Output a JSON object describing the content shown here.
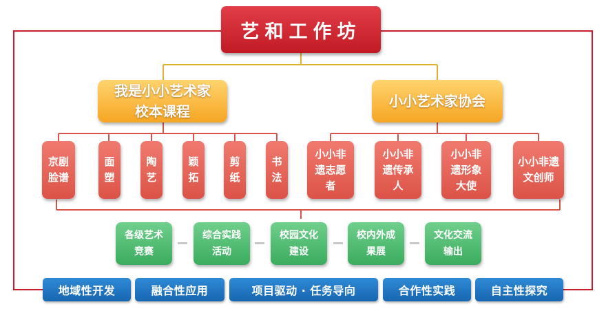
{
  "title": "艺和工作坊",
  "branches": [
    {
      "label": "我是小小艺术家\n校本课程",
      "leaves": [
        "京剧\n脸谱",
        "面\n塑",
        "陶\n艺",
        "颖\n拓",
        "剪\n纸",
        "书\n法"
      ]
    },
    {
      "label": "小小艺术家协会",
      "leaves": [
        "小小非\n遗志愿\n者",
        "小小非\n遗传承\n人",
        "小小非\n遗形象\n大使",
        "小小非遗\n文创师"
      ]
    }
  ],
  "activities": [
    "各级艺术\n竞赛",
    "综合实践\n活动",
    "校园文化\n建设",
    "校内外成\n果展",
    "文化交流\n输出"
  ],
  "principles": [
    "地域性开发",
    "融合性应用",
    "项目驱动 · 任务导向",
    "合作性实践",
    "自主性探究"
  ],
  "colors": {
    "title": "#c11a25",
    "branch": "#f6a623",
    "leaf": "#dc5347",
    "activity": "#3bac5e",
    "principle": "#1766b0",
    "connector": "#e0b030",
    "frame": "#c81e2c"
  }
}
